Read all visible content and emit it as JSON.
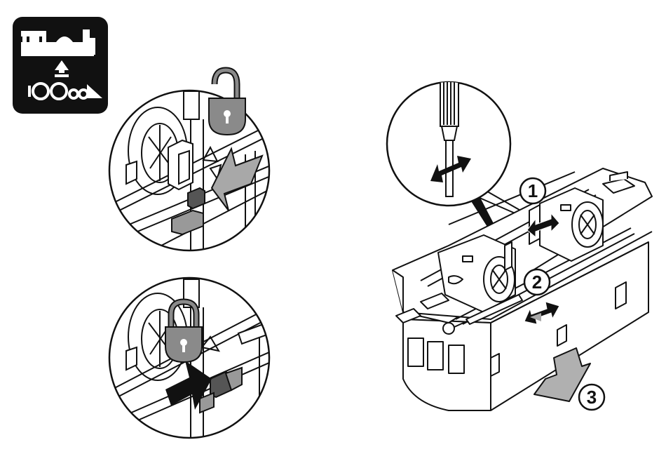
{
  "diagram": {
    "steps": [
      {
        "id": "step-1",
        "label": "1",
        "action": "slide-left-right"
      },
      {
        "id": "step-2",
        "label": "2",
        "action": "slide-left-right"
      },
      {
        "id": "step-3",
        "label": "3",
        "action": "remove-down"
      }
    ],
    "icons": {
      "loco_badge": "locomotive-service-icon",
      "lock_open": "padlock-open-icon",
      "lock_closed": "padlock-closed-icon",
      "screwdriver": "screwdriver-icon"
    },
    "colors": {
      "ink": "#111111",
      "badge_bg": "#111111",
      "lock_fill": "#8a8a8a",
      "arrow_gray": "#a8a8a8",
      "arrow_black": "#111111",
      "paper": "#ffffff"
    }
  }
}
